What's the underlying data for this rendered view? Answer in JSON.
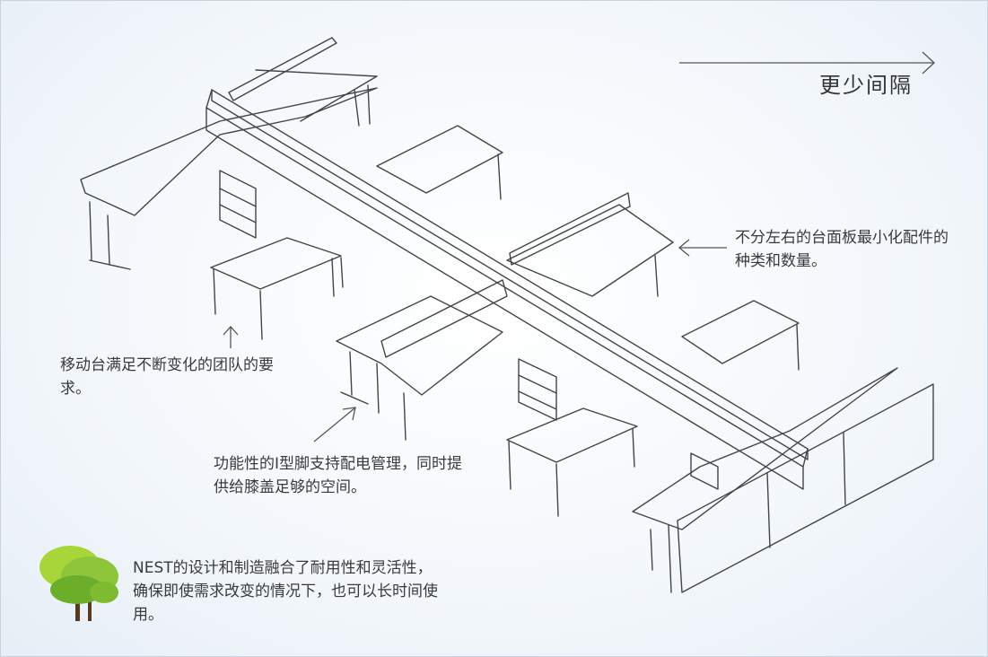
{
  "title": "更少间隔",
  "notes": {
    "counter": "不分左右的台面板最小化配件的种类和数量。",
    "mobile": "移动台满足不断变化的团队的要求。",
    "leg": "功能性的I型脚支持配电管理，同时提供给膝盖足够的空间。",
    "nest": "NEST的设计和制造融合了耐用性和灵活性，确保即使需求改变的情况下，也可以长时间使用。"
  },
  "icons": {
    "tree": "tree-icon",
    "arrows": "arrow-icon"
  },
  "colors": {
    "line": "#444444",
    "text": "#3a3a3a",
    "tree_light": "#a8d63a",
    "tree_dark": "#6cae2a",
    "trunk": "#5a3a1e"
  }
}
